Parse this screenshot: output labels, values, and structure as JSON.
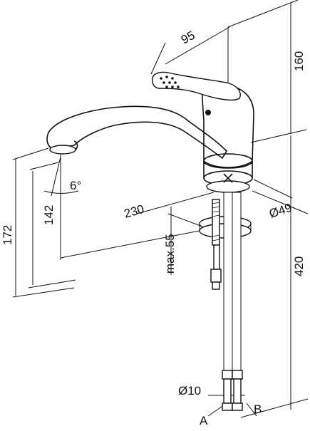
{
  "dimensions": {
    "reach": "230",
    "lever_length": "95",
    "height_top": "160",
    "hose_length": "420",
    "overall_height": "172",
    "spout_height": "142",
    "max_counter": "max.55",
    "base_diameter": "Ø49",
    "hose_diameter": "Ø10",
    "spout_angle": "6°"
  },
  "connections": {
    "a": "A",
    "b": "B"
  }
}
